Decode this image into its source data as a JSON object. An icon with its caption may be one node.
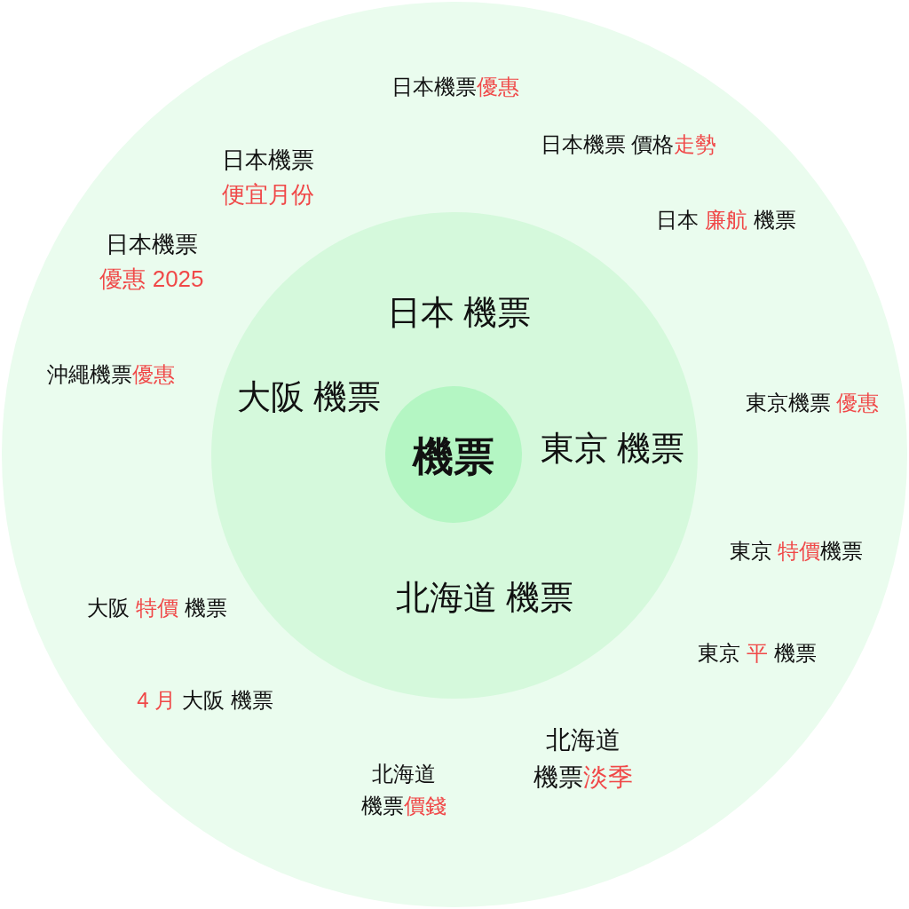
{
  "diagram": {
    "nodes": [
      {
        "text": [
          "日本機票優惠",
          "日本機票 價格走勢",
          "日本機票便宜月份",
          "日本 廉航 機票",
          "日本機票優惠 2025",
          "沖繩機票優惠",
          "東京機票 優惠",
          "東京 特價機票",
          "大阪 特價 機票",
          "東京 平 機票",
          "4 月 大阪 機票",
          "北海道機票淡季",
          "北海道機票價錢"
        ]
      },
      {
        "text": [
          "日本 機票",
          "大阪 機票",
          "東京 機票",
          "北海道 機票"
        ],
        "in": 0
      },
      {
        "text": [
          "機票"
        ],
        "in": 1
      }
    ]
  }
}
